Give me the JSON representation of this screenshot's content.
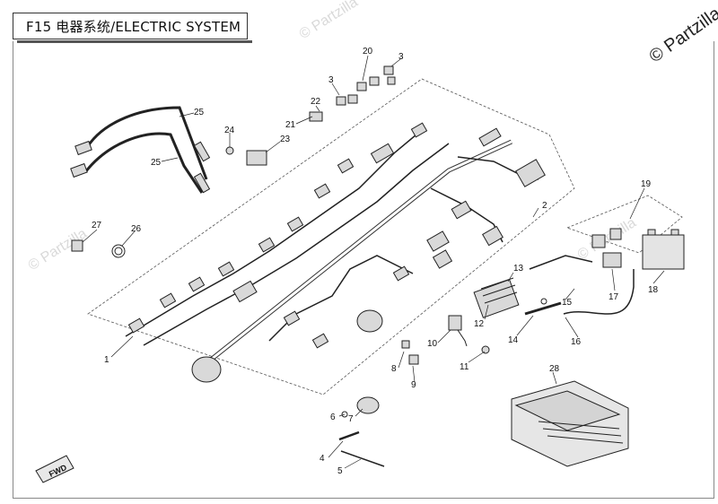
{
  "title": "F15 电器系统/ELECTRIC SYSTEM",
  "copyright": "© Partzilla",
  "watermark": "© Partzilla",
  "fwd_label": "FWD",
  "callouts": [
    "1",
    "2",
    "3",
    "4",
    "5",
    "6",
    "7",
    "8",
    "9",
    "10",
    "11",
    "12",
    "13",
    "14",
    "15",
    "16",
    "17",
    "18",
    "19",
    "20",
    "21",
    "22",
    "23",
    "24",
    "25",
    "27",
    "26",
    "28"
  ],
  "colors": {
    "line": "#222222",
    "fill": "#d9d9d9",
    "dark": "#555555"
  }
}
